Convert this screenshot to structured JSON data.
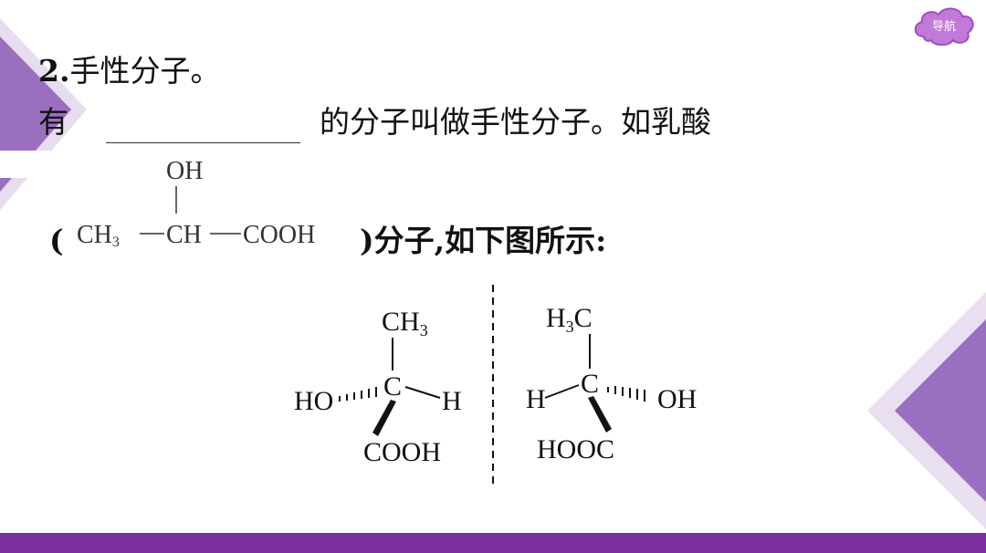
{
  "nav": {
    "label": "导航"
  },
  "heading": {
    "number": "2.",
    "title": "手性分子。"
  },
  "line1": {
    "prefix": "有",
    "suffix": "的分子叫做手性分子。如乳酸"
  },
  "lactic_formula": {
    "oh": "OH",
    "ch3": "CH",
    "ch3_sub": "3",
    "ch": "CH",
    "cooh": "COOH"
  },
  "line2": {
    "open_paren": "(",
    "suffix": ")分子,如下图所示:"
  },
  "enantiomer_left": {
    "top": "CH",
    "top_sub": "3",
    "center": "C",
    "left": "HO",
    "right": "H",
    "bottom": "COOH"
  },
  "enantiomer_right": {
    "top_h": "H",
    "top_sub": "3",
    "top_c": "C",
    "center": "C",
    "left": "H",
    "right": "OH",
    "bottom": "HOOC"
  },
  "colors": {
    "accent": "#7a2f9e",
    "light_purple": "#c9a9dc",
    "mid_purple": "#9b6fc0"
  }
}
